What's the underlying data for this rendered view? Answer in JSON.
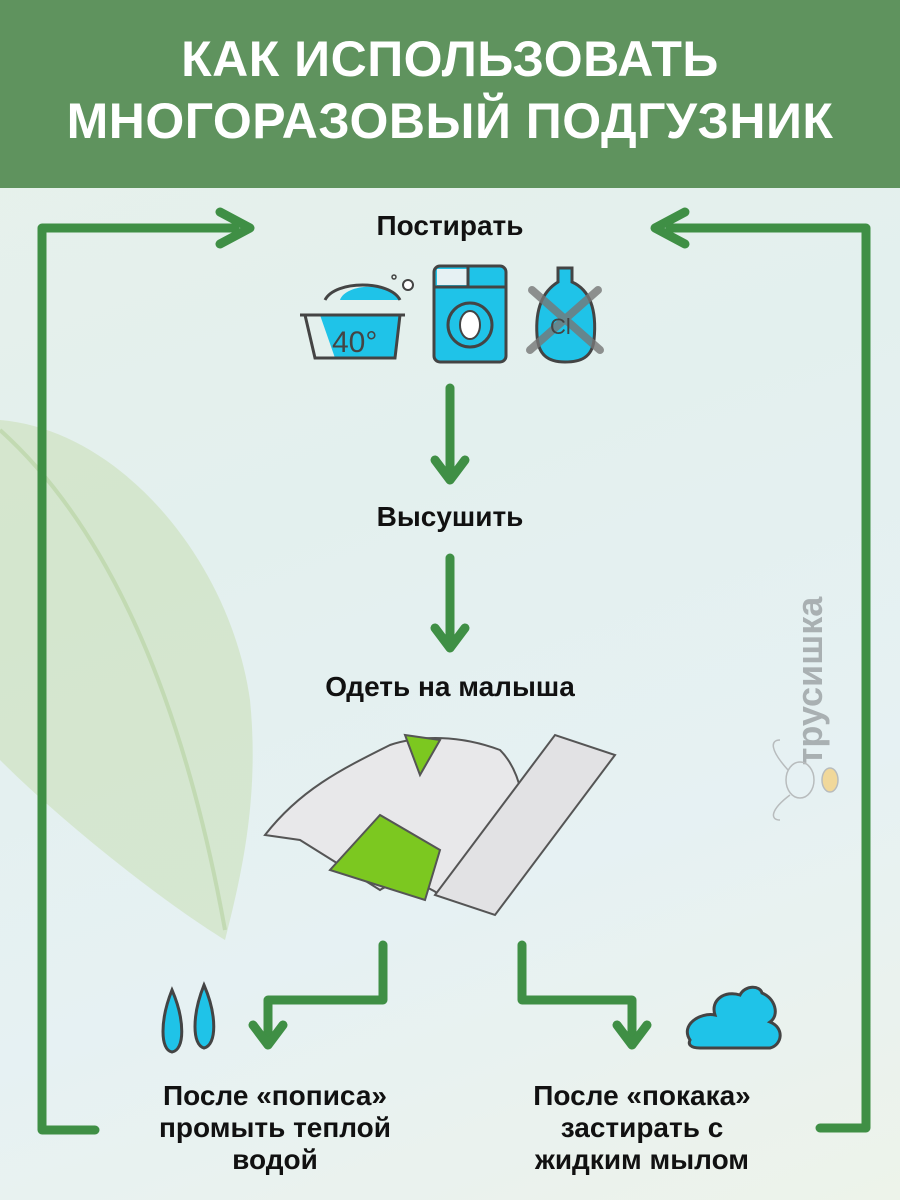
{
  "header": {
    "line1": "КАК ИСПОЛЬЗОВАТЬ",
    "line2": "МНОГОРАЗОВЫЙ ПОДГУЗНИК"
  },
  "steps": {
    "wash": "Постирать",
    "dry": "Высушить",
    "wear": "Одеть на малыша"
  },
  "wash_icons": {
    "basin_label": "40°",
    "bottle_label": "Cl"
  },
  "after_pee": {
    "line1": "После «пописа»",
    "line2": "промыть теплой",
    "line3": "водой"
  },
  "after_poo": {
    "line1": "После «покака»",
    "line2": "застирать с",
    "line3": "жидким мылом"
  },
  "brand": "трусишка",
  "colors": {
    "header": "#5f935e",
    "arrow": "#3f8f45",
    "icon_blue": "#1fc3e8",
    "diaper_green": "#7cc820"
  }
}
